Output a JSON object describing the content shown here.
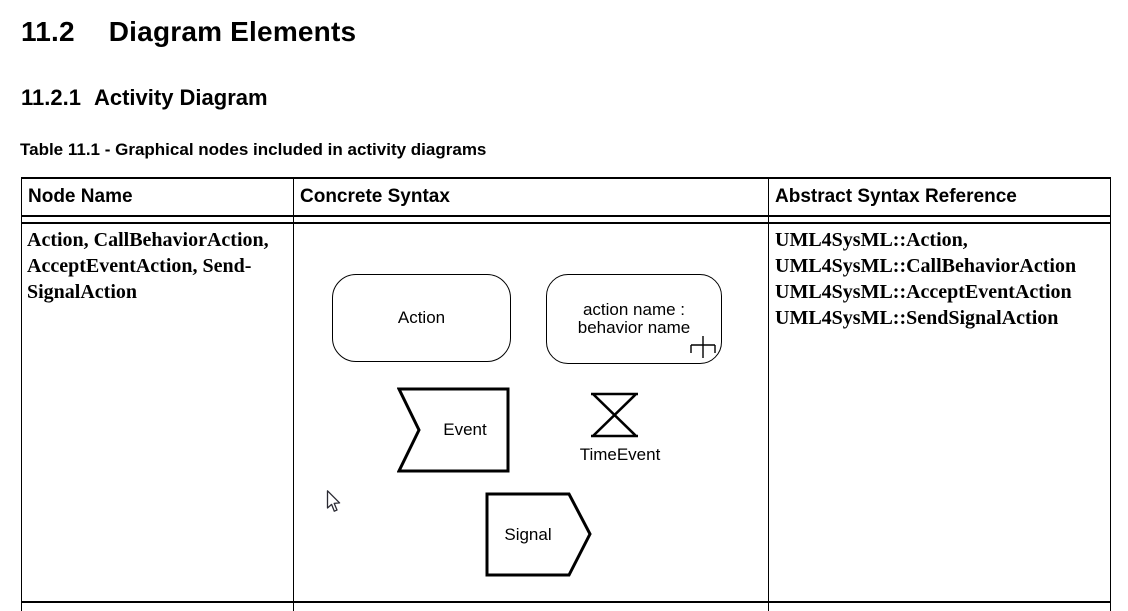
{
  "page": {
    "section_heading": {
      "number": "11.2",
      "title": "Diagram Elements"
    },
    "subsection_heading": {
      "number": "11.2.1",
      "title": "Activity Diagram"
    },
    "table_caption": "Table 11.1 - Graphical nodes included in activity diagrams"
  },
  "table": {
    "columns": [
      "Node Name",
      "Concrete Syntax",
      "Abstract Syntax Reference"
    ],
    "rows": [
      {
        "node_name_lines": {
          "0": "Action, CallBehaviorAction,",
          "1": "AcceptEventAction, Send-",
          "2": "SignalAction"
        },
        "abstract_syntax_lines": {
          "0": "UML4SysML::Action,",
          "1": "UML4SysML::CallBehaviorAction",
          "2": "UML4SysML::AcceptEventAction",
          "3": "UML4SysML::SendSignalAction"
        },
        "concrete_syntax": {
          "action_node_label": "Action",
          "call_behavior_line1": "action name :",
          "call_behavior_line2": "behavior name",
          "accept_event_label": "Event",
          "time_event_label": "TimeEvent",
          "send_signal_label": "Signal",
          "icons": {
            "rake": "rake-icon (call behavior hierarchy marker)",
            "hourglass": "hourglass-icon (time event)"
          }
        }
      }
    ]
  },
  "colors": {
    "text": "#000000",
    "border": "#000000",
    "background": "#ffffff"
  }
}
